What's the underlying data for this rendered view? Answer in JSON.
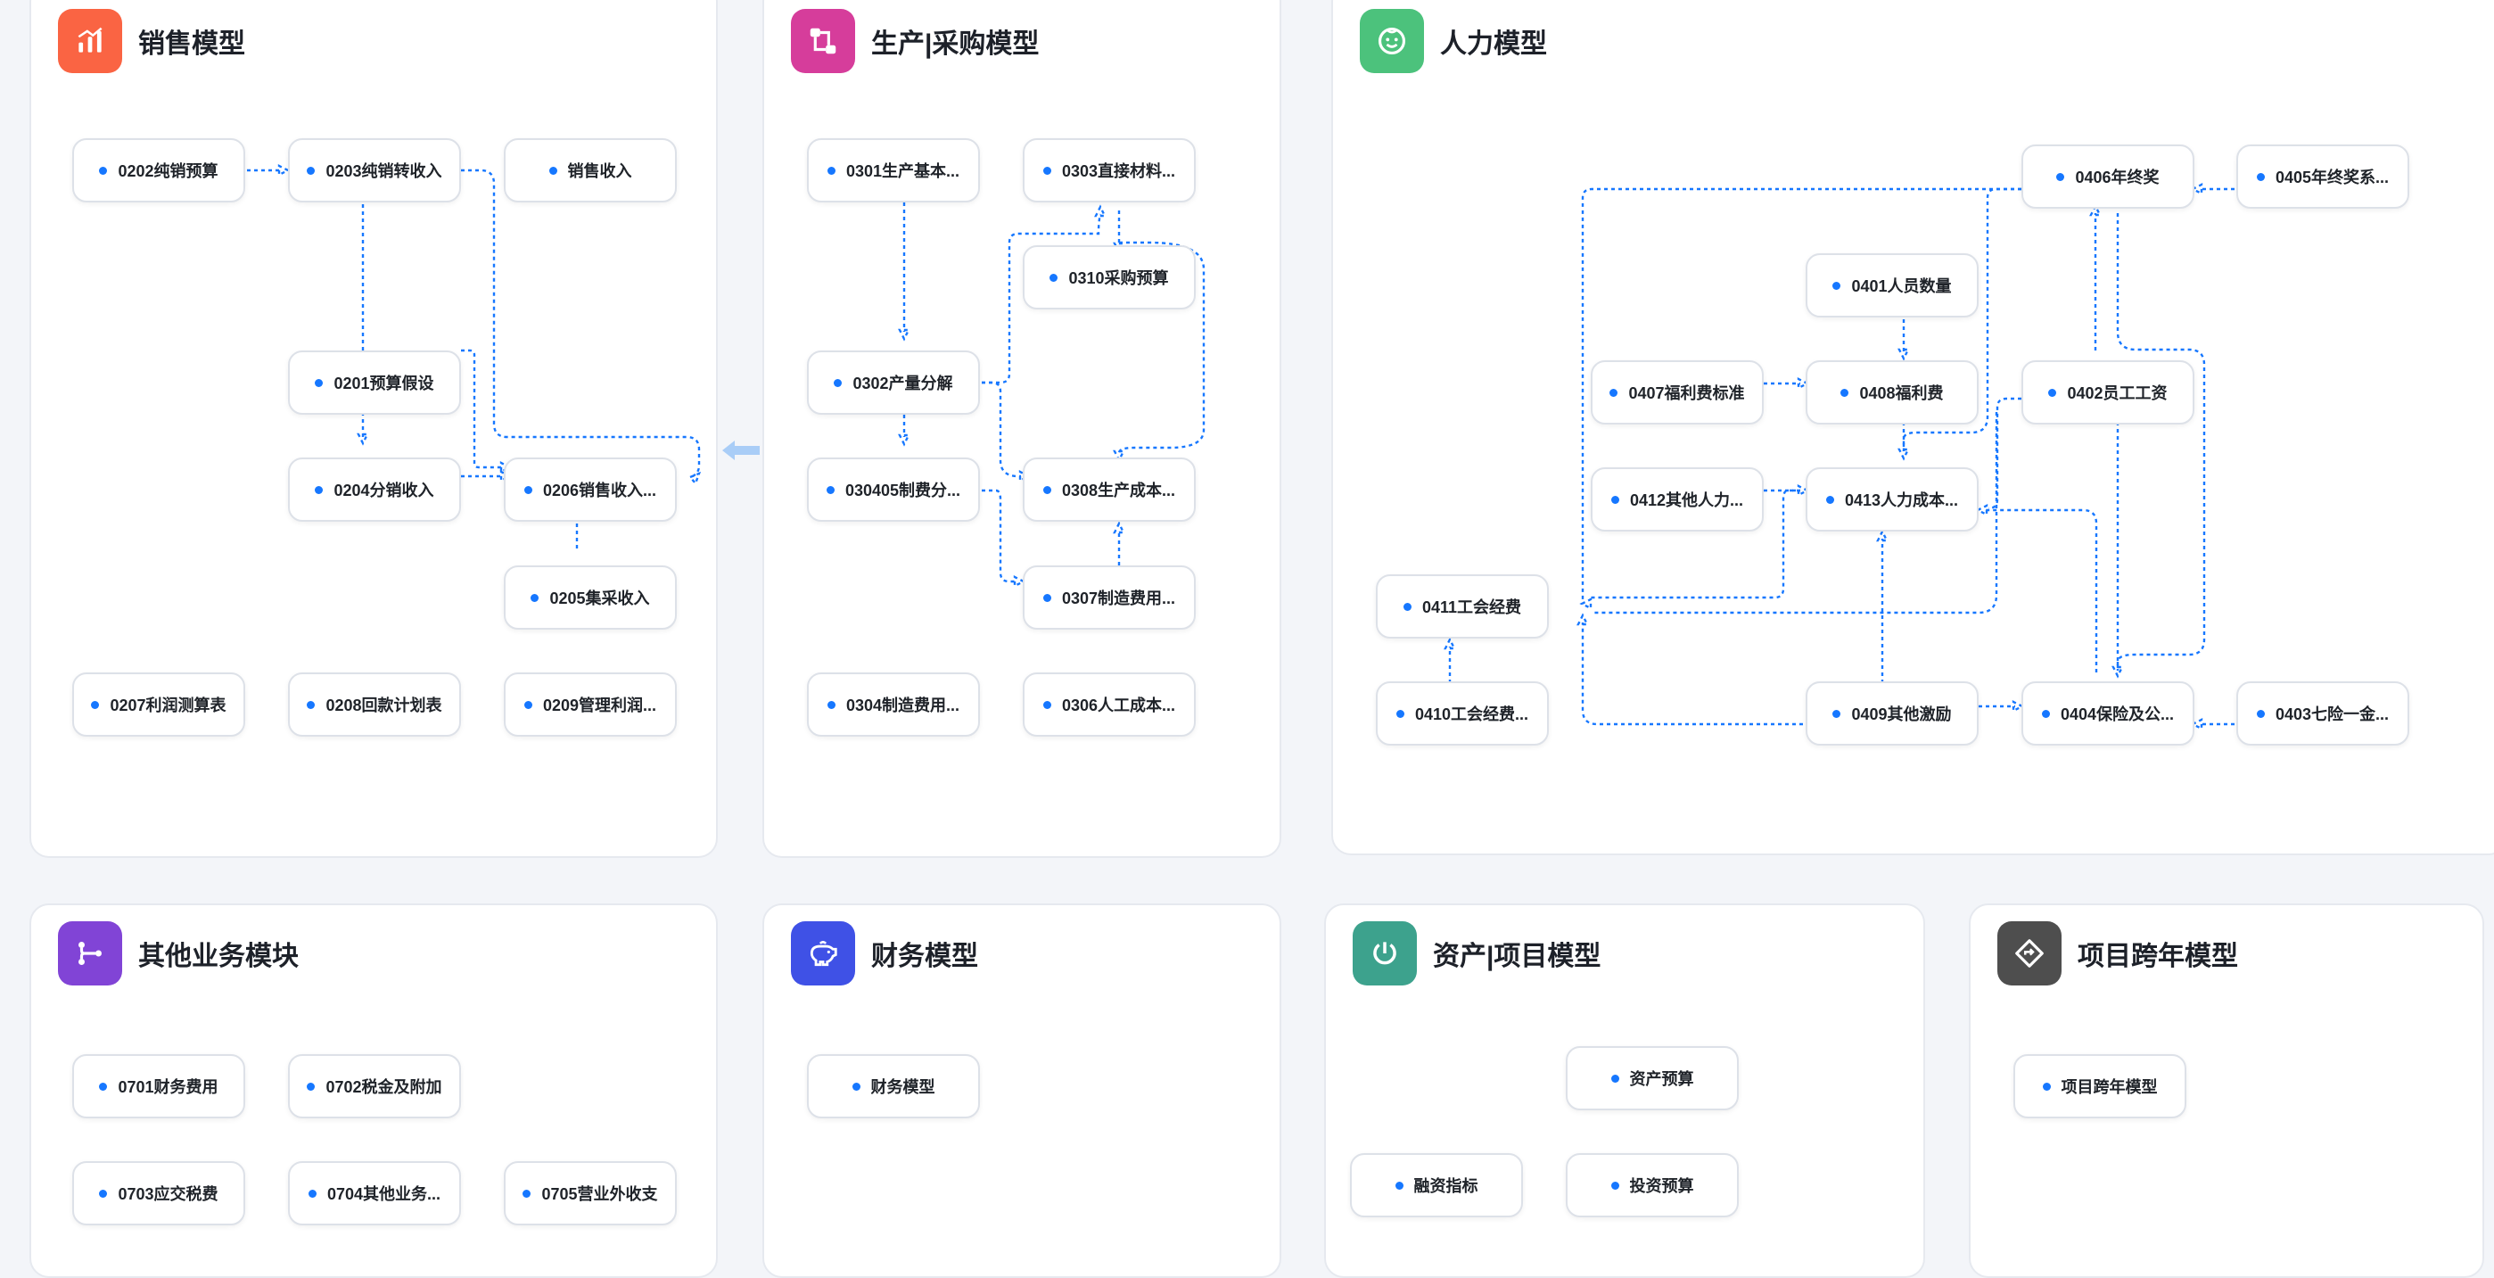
{
  "colors": {
    "accent": "#1677ff",
    "sales": "#fa6443",
    "production": "#d63d9b",
    "hr": "#4cc27c",
    "other": "#8144d6",
    "finance": "#3f51e6",
    "asset": "#3da28d",
    "project": "#4e4e4e"
  },
  "sales": {
    "title": "销售模型",
    "icon": "bar-chart-icon",
    "nodes": {
      "n0202": "0202纯销预算",
      "n0203": "0203纯销转收入",
      "revenue": "销售收入",
      "n0201": "0201预算假设",
      "n0204": "0204分销收入",
      "n0206": "0206销售收入...",
      "n0205": "0205集采收入",
      "n0207": "0207利润测算表",
      "n0208": "0208回款计划表",
      "n0209": "0209管理利润..."
    }
  },
  "production": {
    "title": "生产|采购模型",
    "icon": "flow-icon",
    "nodes": {
      "n0301": "0301生产基本...",
      "n0303": "0303直接材料...",
      "n0310": "0310采购预算",
      "n0302": "0302产量分解",
      "n030405": "030405制费分...",
      "n0308": "0308生产成本...",
      "n0307": "0307制造费用...",
      "n0304": "0304制造费用...",
      "n0306": "0306人工成本..."
    }
  },
  "hr": {
    "title": "人力模型",
    "icon": "smile-face-icon",
    "nodes": {
      "n0406": "0406年终奖",
      "n0405": "0405年终奖系...",
      "n0401": "0401人员数量",
      "n0407": "0407福利费标准",
      "n0408": "0408福利费",
      "n0402": "0402员工工资",
      "n0412": "0412其他人力...",
      "n0413": "0413人力成本...",
      "n0411": "0411工会经费",
      "n0410": "0410工会经费...",
      "n0409": "0409其他激励",
      "n0404": "0404保险及公...",
      "n0403": "0403七险一金..."
    }
  },
  "other": {
    "title": "其他业务模块",
    "icon": "branch-icon",
    "nodes": {
      "n0701": "0701财务费用",
      "n0702": "0702税金及附加",
      "n0703": "0703应交税费",
      "n0704": "0704其他业务...",
      "n0705": "0705营业外收支"
    }
  },
  "finance": {
    "title": "财务模型",
    "icon": "piggy-bank-icon",
    "nodes": {
      "fin": "财务模型"
    }
  },
  "asset": {
    "title": "资产|项目模型",
    "icon": "power-icon",
    "nodes": {
      "assetbudget": "资产预算",
      "financing": "融资指标",
      "investment": "投资预算"
    }
  },
  "project": {
    "title": "项目跨年模型",
    "icon": "diamond-arrow-icon",
    "nodes": {
      "cross": "项目跨年模型"
    }
  }
}
